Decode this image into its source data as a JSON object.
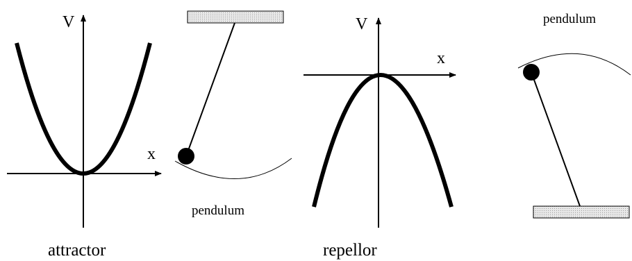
{
  "labels": {
    "attractor_v_axis": "V",
    "attractor_x_axis": "x",
    "repellor_v_axis": "V",
    "repellor_x_axis": "x",
    "pendulum_hanging": "pendulum",
    "pendulum_inverted": "pendulum",
    "attractor_caption": "attractor",
    "repellor_caption": "repellor"
  },
  "colors": {
    "ink": "#000000",
    "support_fill": "#dcdcdc",
    "background": "#ffffff"
  }
}
